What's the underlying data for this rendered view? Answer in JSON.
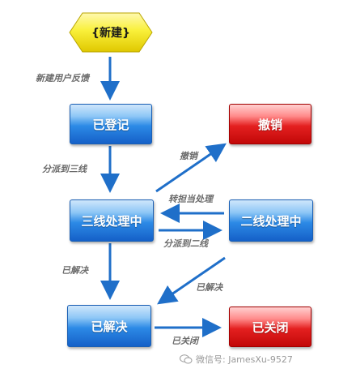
{
  "nodes": {
    "start": "{新建}",
    "registered": "已登记",
    "cancel": "撤销",
    "level3": "三线处理中",
    "level2": "二线处理中",
    "resolved": "已解决",
    "closed": "已关闭"
  },
  "edges": {
    "new_feedback": "新建用户反馈",
    "dispatch_l3": "分派到三线",
    "cancel": "撤销",
    "transfer_owner": "转担当处理",
    "dispatch_l2": "分派到二线",
    "resolve_l3": "已解决",
    "resolve_l2": "已解决",
    "close": "已关闭"
  },
  "watermark": "微信号: JamesXu-9527",
  "colors": {
    "start_fill": "#f5ec1a",
    "process_blue": "#2c8ae6",
    "terminal_red": "#e42020",
    "arrow": "#1f6fc9"
  }
}
